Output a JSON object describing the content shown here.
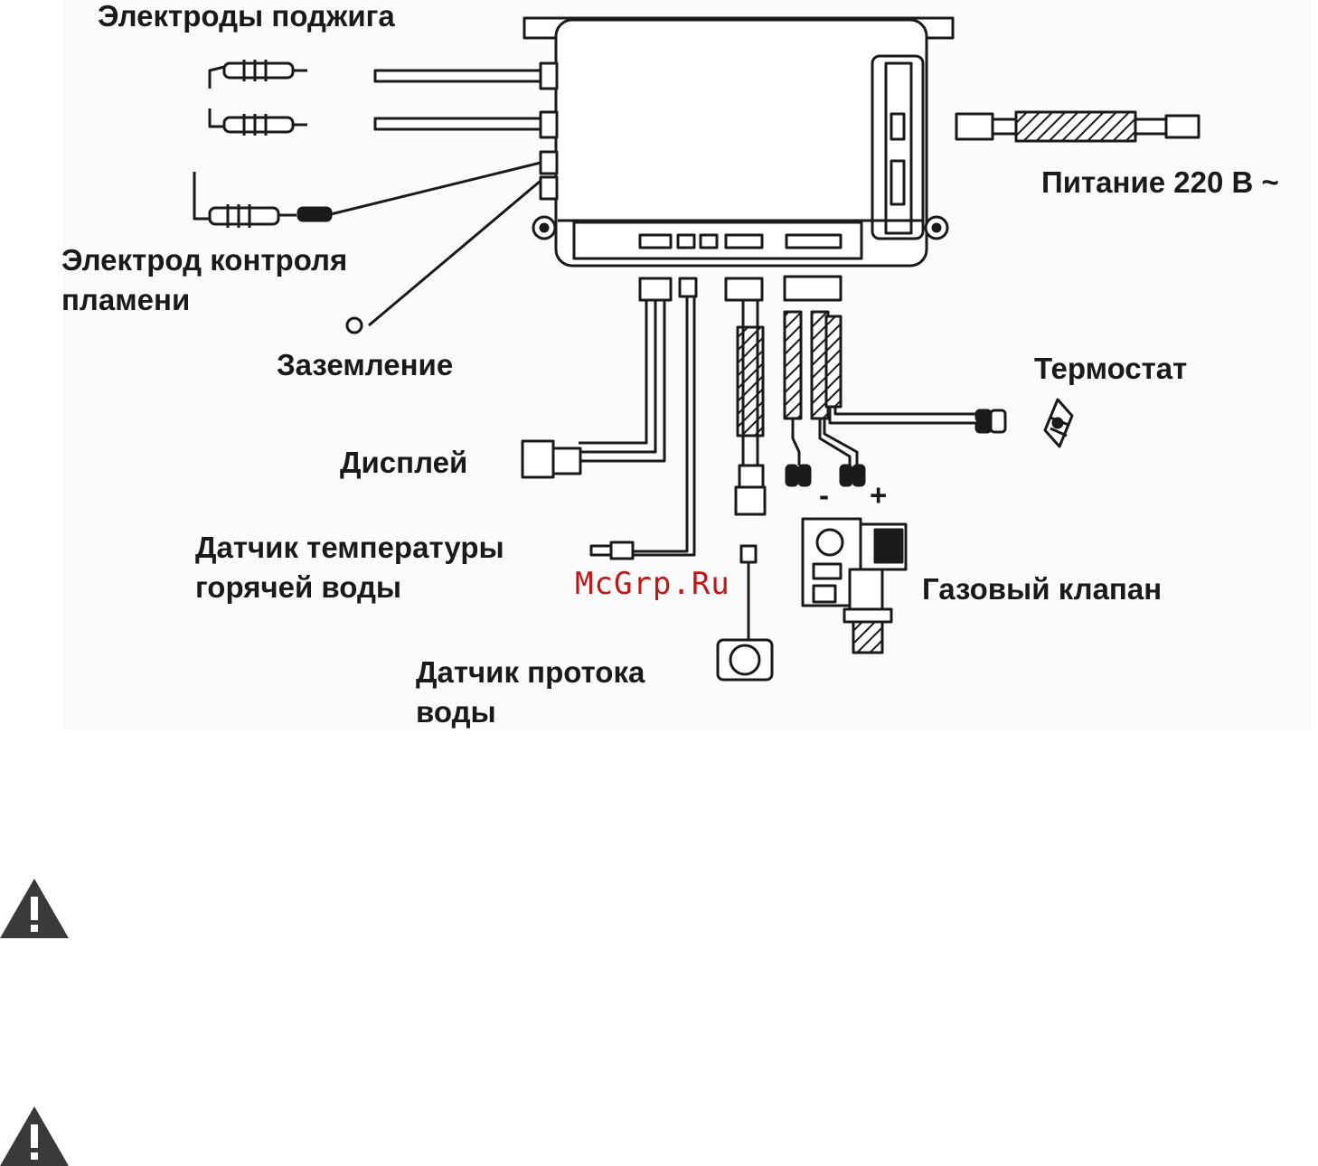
{
  "labels": {
    "ignition_electrodes": "Электроды поджига",
    "flame_electrode_line1": "Электрод контроля",
    "flame_electrode_line2": "пламени",
    "ground": "Заземление",
    "display": "Дисплей",
    "hot_water_sensor_line1": "Датчик температуры",
    "hot_water_sensor_line2": "горячей воды",
    "flow_sensor_line1": "Датчик протока",
    "flow_sensor_line2": "воды",
    "power": "Питание 220 В ~",
    "thermostat": "Термостат",
    "gas_valve": "Газовый клапан",
    "minus": "-",
    "plus": "+"
  },
  "watermark": "McGrp.Ru",
  "icons": {
    "warning": "warning-triangle-icon"
  },
  "colors": {
    "line": "#1a1a1a",
    "watermark": "#c01818",
    "warning": "#3a3a3a"
  }
}
